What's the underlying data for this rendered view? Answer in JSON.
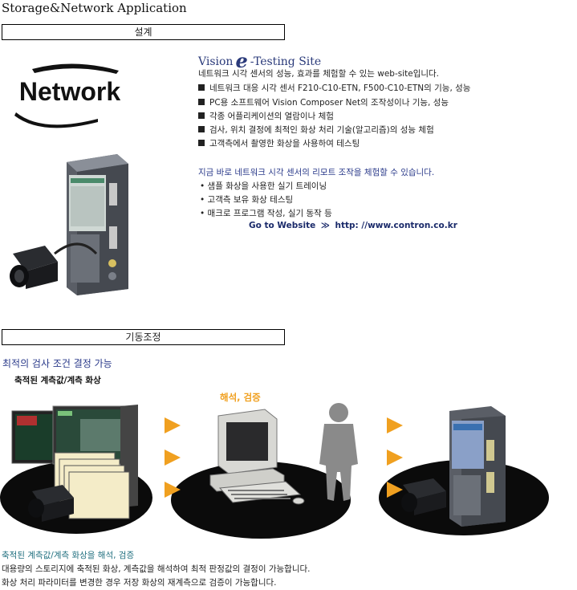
{
  "app_title": "Storage&Network Application",
  "section1": {
    "label": "설계"
  },
  "network_logo": {
    "text": "Network"
  },
  "vision": {
    "prefix": "Vision",
    "e": "e",
    "suffix": "-Testing Site"
  },
  "intro_text": "네트워크 시각 센서의 성능, 효과를 체험할 수 있는 web-site입니다.",
  "features": [
    "네트워크 대응 시각 센서 F210-C10-ETN, F500-C10-ETN의 기능, 성능",
    "PC용 소프트웨어 Vision Composer Net의 조작성이나 기능, 성능",
    "각종 어플리케이션의 열람이나 체험",
    "검사, 위치 결정에 최적인 화상 처리 기술(알고리즘)의 성능 체험",
    "고객측에서 촬영한 화상을 사용하여 테스팅"
  ],
  "remote_heading": "지금 바로 네트워크 시각 센서의 리모트 조작을 체험할 수 있습니다.",
  "remote_bullets": [
    "샘플 화상을 사용한 실기 트레이닝",
    "고객측 보유 화상 테스팅",
    "매크로 프로그램 작성, 실기 동작 등"
  ],
  "link": {
    "prefix": "Go to Website",
    "arrows": "≫",
    "url": "http: //www.contron.co.kr"
  },
  "section2": {
    "label": "기동조정"
  },
  "optimal_heading": "최적의 검사 조건 결정 가능",
  "measure_label": "축적된 계측값/계측 화상",
  "analysis_label": "해석, 검증",
  "footer": {
    "heading": "축적된 계측값/계측 화상을 해석, 검증",
    "line1": "대용량의 스토리지에 축적된 화상, 계측값을 해석하여 최적 판정값의 결정이 가능합니다.",
    "line2": "화상 처리 파라미터를 변경한 경우 저장 화상의 재계측으로 검증이 가능합니다."
  },
  "colors": {
    "accent_orange": "#f0a020",
    "heading_blue": "#2a3a8a",
    "dark_navy": "#1a2a6a"
  }
}
